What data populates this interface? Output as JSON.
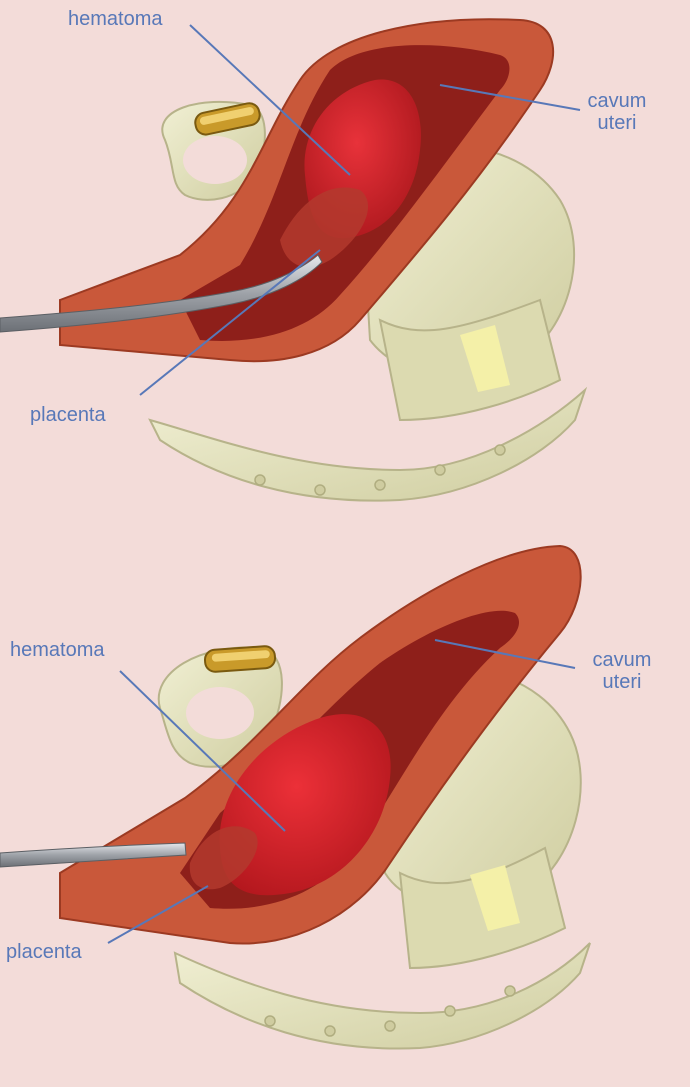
{
  "panels": [
    {
      "labels": {
        "hematoma": "hematoma",
        "cavum_line1": "cavum",
        "cavum_line2": "uteri",
        "placenta": "placenta"
      }
    },
    {
      "labels": {
        "hematoma": "hematoma",
        "cavum_line1": "cavum",
        "cavum_line2": "uteri",
        "placenta": "placenta"
      }
    }
  ],
  "colors": {
    "background": "#f3dcd9",
    "uterine_wall": "#c9583a",
    "cavity": "#8e1f1a",
    "hematoma": "#d8242a",
    "bone": "#e6e4bd",
    "catheter": "#b9bcc1",
    "label": "#5878b8"
  },
  "icons": [
    "catheter",
    "pessary-ring",
    "pelvic-bone",
    "sacrum"
  ]
}
